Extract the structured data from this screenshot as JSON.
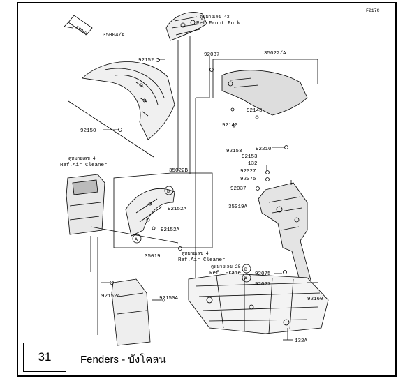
{
  "page": {
    "section_number": "31",
    "title": "Fenders - บังโคลน"
  },
  "diagram": {
    "code": "F217C",
    "front_badge": "FRONT",
    "labels": {
      "ref_front_fork_th": "ดูหมายเลข 43",
      "ref_front_fork": "Ref.Front Fork",
      "p35004": "35004/A",
      "p92152_top": "92152",
      "p92150_left": "92150",
      "ref_air_cleaner_th_1": "ดูหมายเลข 4",
      "ref_air_cleaner_1": "Ref.Air Cleaner",
      "p35022b": "35022B",
      "p92152a_1": "92152A",
      "p92152a_2": "92152A",
      "p35019": "35019",
      "ref_air_cleaner_th_2": "ดูหมายเลข 4",
      "ref_air_cleaner_2": "Ref.Air Cleaner",
      "p92152a_3": "92152A",
      "p92150a": "92150A",
      "p92037_top": "92037",
      "p35022a": "35022/A",
      "p92143": "92143",
      "p92140": "92140",
      "p92153_a": "92153",
      "p92210": "92210",
      "p92153_b": "92153",
      "p132": "132",
      "p92027_a": "92027",
      "p92075_a": "92075",
      "p92037_b": "92037",
      "p35019a": "35019A",
      "ref_frame_th": "ดูหมายเลข 25",
      "ref_frame": "Ref. Frame",
      "p92075_b": "92075",
      "p92027_b": "92027",
      "p92160": "92160",
      "p132a": "132A",
      "marker_a": "A",
      "marker_b": "B"
    }
  }
}
